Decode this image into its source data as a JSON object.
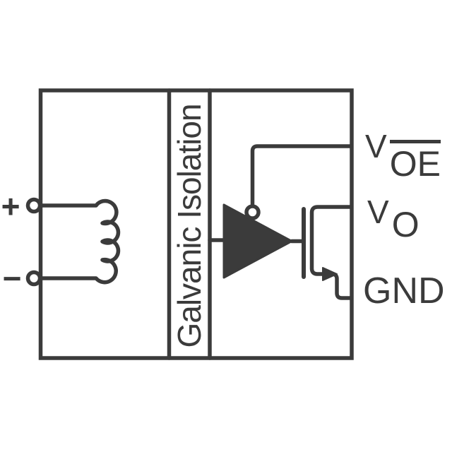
{
  "diagram": {
    "type": "circuit-schematic",
    "description": "Isolated switch block: coil input, galvanic isolation barrier, inverting buffer with output-enable bubble, MOSFET output stage",
    "isolation_label": "Galvanic Isolation",
    "polarity": {
      "plus": "+",
      "minus": "−"
    },
    "pins": {
      "voe": {
        "base": "V",
        "subscript": "OE",
        "subscript_overline": true
      },
      "vo": {
        "base": "V",
        "subscript": "O"
      },
      "gnd": {
        "base": "GND"
      }
    },
    "colors": {
      "line": "#3b3b3b",
      "background": "#ffffff"
    }
  }
}
